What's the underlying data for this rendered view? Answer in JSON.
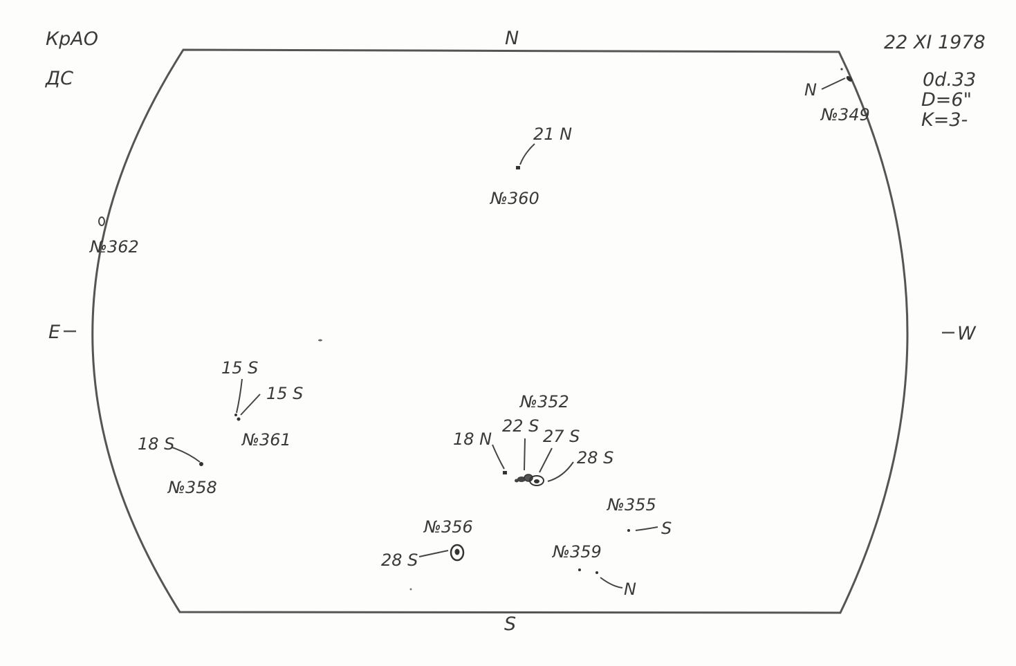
{
  "observatory": "КрАО",
  "instrument": "ДС",
  "date": "22 XI 1978",
  "time": "0d.33",
  "diameter": "D=6\"",
  "quality": "K=3-",
  "directions": {
    "north": "N",
    "south": "S",
    "east": "E",
    "west": "W"
  },
  "regions": [
    {
      "number": "№349",
      "latitude": "N"
    },
    {
      "number": "№360",
      "latitude": "21 N"
    },
    {
      "number": "№362"
    },
    {
      "number": "№361",
      "latitudes": [
        "15 S",
        "15 S"
      ]
    },
    {
      "number": "№358",
      "latitude": "18 S"
    },
    {
      "number": "№352",
      "latitudes": [
        "18 N",
        "22 S",
        "27 S",
        "28 S"
      ]
    },
    {
      "number": "№355",
      "latitude": "S"
    },
    {
      "number": "№356",
      "latitude": "28 S"
    },
    {
      "number": "№359",
      "latitude": "N"
    }
  ]
}
